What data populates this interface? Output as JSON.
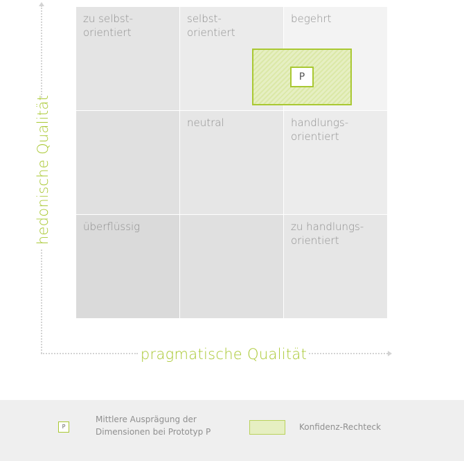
{
  "axes": {
    "y_label": "hedonische Qualität",
    "x_label": "pragmatische Qualität"
  },
  "cells": [
    {
      "label": "zu selbst-\norientiert",
      "fill": "#e4e4e4"
    },
    {
      "label": "selbst-\norientiert",
      "fill": "#ebebeb"
    },
    {
      "label": "begehrt",
      "fill": "#f3f3f3"
    },
    {
      "label": "",
      "fill": "#e0e0e0"
    },
    {
      "label": "neutral",
      "fill": "#e6e6e6"
    },
    {
      "label": "handlungs-\norientiert",
      "fill": "#ececec"
    },
    {
      "label": "überflüssig",
      "fill": "#dadada"
    },
    {
      "label": "",
      "fill": "#e0e0e0"
    },
    {
      "label": "zu handlungs-\norientiert",
      "fill": "#e6e6e6"
    }
  ],
  "prototype": {
    "marker": "P"
  },
  "legend": {
    "prototype_marker": "P",
    "prototype_text": "Mittlere Ausprägung der\nDimensionen bei Prototyp P",
    "rect_text": "Konfidenz-Rechteck"
  },
  "colors": {
    "accent": "#a9c832",
    "cell_text": "#8f8f8f",
    "legend_bg": "#efefef"
  }
}
